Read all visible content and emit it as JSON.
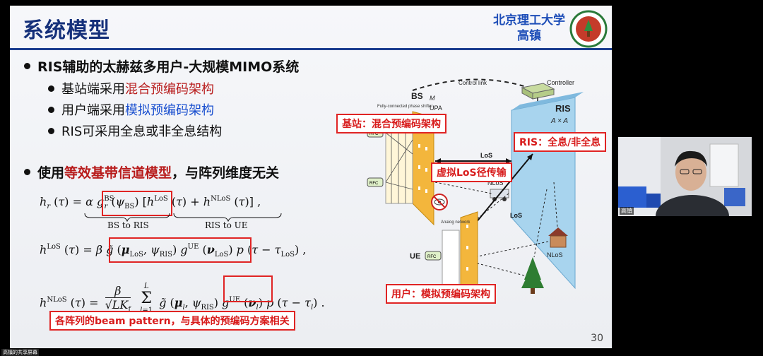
{
  "slide": {
    "title": "系统模型",
    "university": "北京理工大学",
    "author": "高镇",
    "page_number": "30",
    "bullets": {
      "main1": "RIS辅助的太赫兹多用户-大规模MIMO系统",
      "sub1_prefix": "基站端采用",
      "sub1_highlight": "混合预编码架构",
      "sub2_prefix": "用户端采用",
      "sub2_highlight": "模拟预编码架构",
      "sub3": "RIS可采用全息或非全息结构",
      "main2_prefix": "使用",
      "main2_highlight": "等效基带信道模型",
      "main2_suffix": "，与阵列维度无关"
    },
    "equations": {
      "brace_bs_to_ris": "BS to RIS",
      "brace_ris_to_ue": "RIS to UE"
    },
    "note_box": "各阵列的beam pattern，与具体的预编码方案相关",
    "diagram": {
      "bs_label": "BS",
      "bs_dims": "M",
      "upa_label": "UPA",
      "phase_shifter_label": "Fully-connected phase shifter",
      "control_link": "Control link",
      "controller": "Controller",
      "ris_label": "RIS",
      "ris_dims": "A  × A",
      "los_label_top": "LoS",
      "nlos_label_top": "NLoS",
      "los_label_mid": "LoS",
      "nlos_label_bottom": "NLoS",
      "ue_label": "UE",
      "analog_network": "Analog network",
      "rfc": "RFC",
      "tag_bs": "基站：混合预编码架构",
      "tag_ris": "RIS：全息/非全息",
      "tag_los": "虚拟LoS径传输",
      "tag_ue": "用户：模拟预编码架构"
    }
  },
  "meeting": {
    "participant_name": "高镇",
    "share_label": "高镇的共享屏幕"
  }
}
